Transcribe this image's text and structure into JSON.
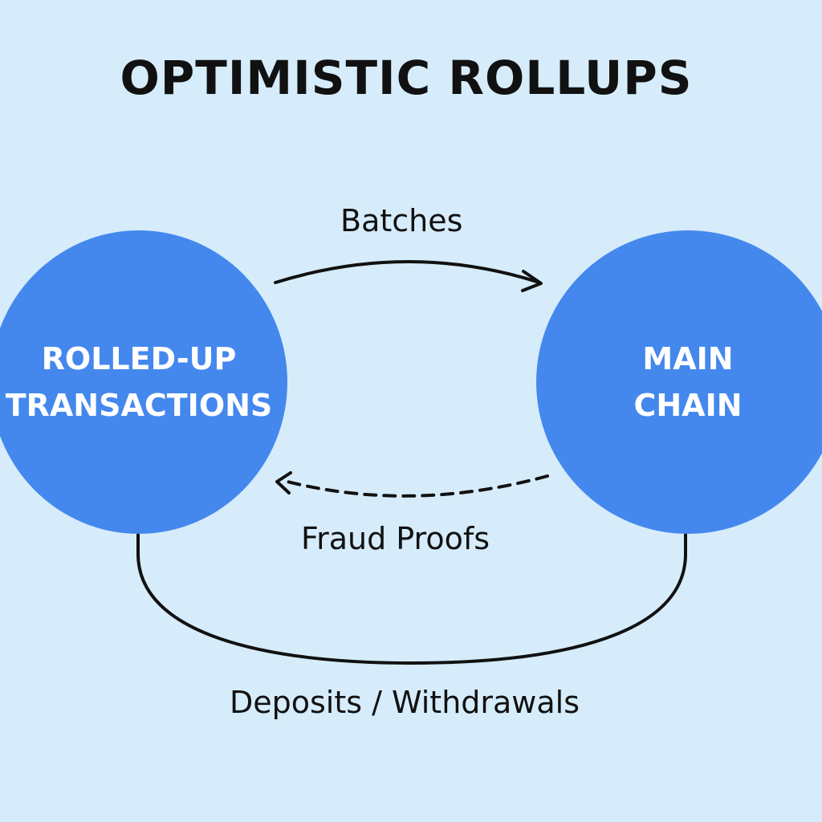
{
  "title": "OPTIMISTIC ROLLUPS",
  "nodes": {
    "rollup": {
      "line1": "ROLLED-UP",
      "line2": "TRANSACTIONS"
    },
    "main": {
      "line1": "MAIN",
      "line2": "CHAIN"
    }
  },
  "edges": {
    "batches": "Batches",
    "fraud_proofs": "Fraud Proofs",
    "deposits_withdrawals": "Deposits / Withdrawals"
  },
  "colors": {
    "background": "#d6ecfb",
    "node_fill": "#4488ee",
    "node_text": "#ffffff",
    "line": "#111111"
  }
}
